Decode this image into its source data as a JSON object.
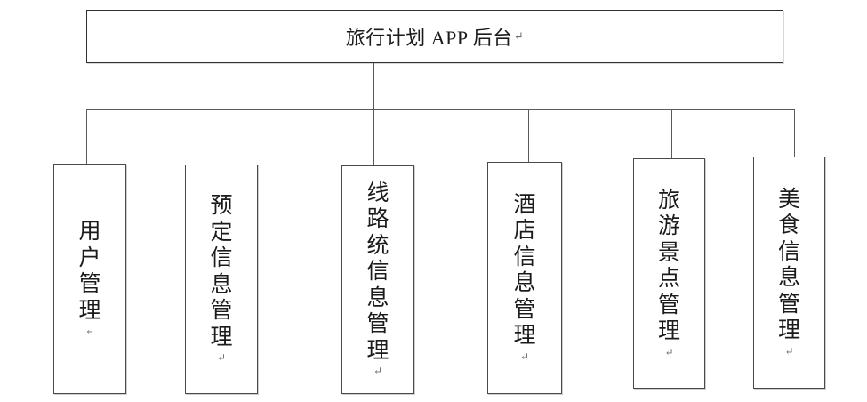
{
  "diagram": {
    "type": "org-chart",
    "title_text": "旅行计划 APP 后台",
    "return_mark": "↵",
    "root": {
      "label": "旅行计划 APP 后台",
      "return_mark": "↵"
    },
    "children": [
      {
        "label": "用户管理",
        "chars": [
          "用",
          "户",
          "管",
          "理"
        ],
        "return_mark": "↵"
      },
      {
        "label": "预定信息管理",
        "chars": [
          "预",
          "定",
          "信",
          "息",
          "管",
          "理"
        ],
        "return_mark": "↵"
      },
      {
        "label": "线路统信息管理",
        "chars": [
          "线",
          "路",
          "统",
          "信",
          "息",
          "管",
          "理"
        ],
        "return_mark": "↵"
      },
      {
        "label": "酒店信息管理",
        "chars": [
          "酒",
          "店",
          "信",
          "息",
          "管",
          "理"
        ],
        "return_mark": "↵"
      },
      {
        "label": "旅游景点管理",
        "chars": [
          "旅",
          "游",
          "景",
          "点",
          "管",
          "理"
        ],
        "return_mark": "↵"
      },
      {
        "label": "美食信息管理",
        "chars": [
          "美",
          "食",
          "信",
          "息",
          "管",
          "理"
        ],
        "return_mark": "↵"
      }
    ],
    "colors": {
      "background": "#ffffff",
      "box_border": "#4a4a4a",
      "root_border": "#2f2f2f",
      "line": "#5a5a5a",
      "text": "#1b1b1b",
      "mark": "#6f6f6f"
    }
  }
}
